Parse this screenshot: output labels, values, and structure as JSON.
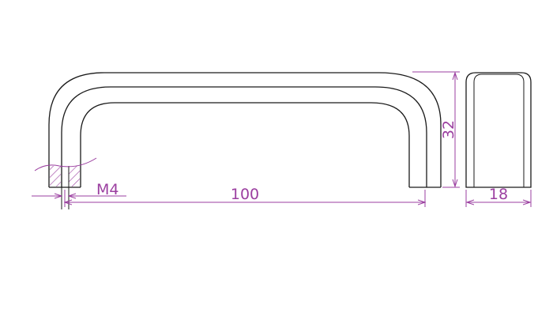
{
  "dimensions": {
    "width": "100",
    "height": "32",
    "depth": "18",
    "thread": "M4"
  },
  "colors": {
    "outline": "#1a1a1a",
    "dimension": "#9b3fa0",
    "hatch": "#9b3fa0",
    "background": "#ffffff"
  }
}
